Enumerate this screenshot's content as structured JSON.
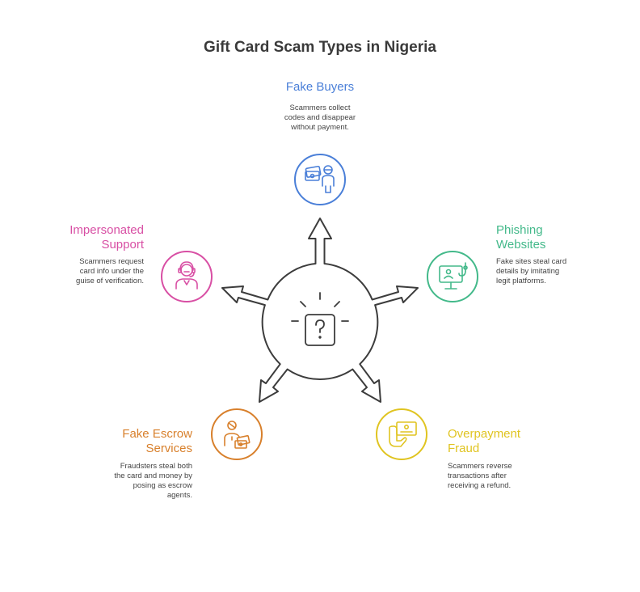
{
  "title": "Gift Card Scam Types in Nigeria",
  "colors": {
    "blue": "#4a7fd8",
    "green": "#43b98a",
    "yellow": "#e0c421",
    "orange": "#d8802c",
    "magenta": "#d84fa4",
    "outline": "#3c3c3c"
  },
  "items": [
    {
      "id": "fake-buyers",
      "color": "blue",
      "icon": "cards-and-person-icon",
      "heading_lines": [
        "Fake Buyers"
      ],
      "description_lines": [
        "Scammers collect",
        "codes and disappear",
        "without payment."
      ]
    },
    {
      "id": "phishing-websites",
      "color": "green",
      "icon": "monitor-with-hook-icon",
      "heading_lines": [
        "Phishing",
        "Websites"
      ],
      "description_lines": [
        "Fake sites steal card",
        "details by imitating",
        "legit platforms."
      ]
    },
    {
      "id": "overpayment-fraud",
      "color": "yellow",
      "icon": "hand-holding-card-icon",
      "heading_lines": [
        "Overpayment",
        "Fraud"
      ],
      "description_lines": [
        "Scammers reverse",
        "transactions after",
        "receiving a refund."
      ]
    },
    {
      "id": "fake-escrow-services",
      "color": "orange",
      "icon": "person-with-cards-icon",
      "heading_lines": [
        "Fake Escrow",
        "Services"
      ],
      "description_lines": [
        "Fraudsters steal both",
        "the card and money by",
        "posing as escrow",
        "agents."
      ]
    },
    {
      "id": "impersonated-support",
      "color": "magenta",
      "icon": "support-agent-headset-icon",
      "heading_lines": [
        "Impersonated",
        "Support"
      ],
      "description_lines": [
        "Scammers request",
        "card info under the",
        "guise of verification."
      ]
    }
  ],
  "center_icon": "question-box-icon"
}
